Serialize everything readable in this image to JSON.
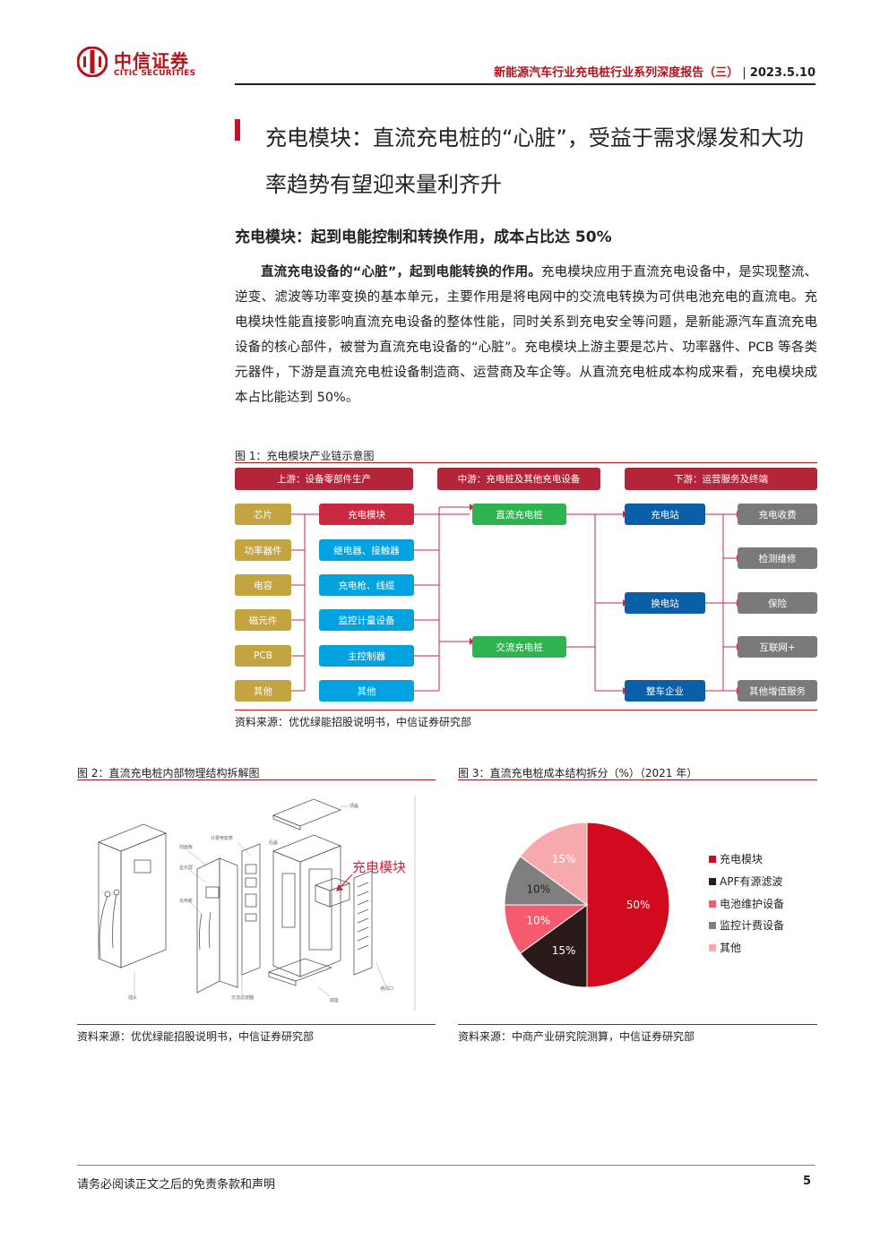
{
  "header": {
    "logo_cn": "中信证券",
    "logo_en": "CITIC SECURITIES",
    "report_title": "新能源汽车行业充电桩行业系列深度报告（三）",
    "date": "2023.5.10"
  },
  "section": {
    "title": "充电模块：直流充电桩的“心脏”，受益于需求爆发和大功率趋势有望迎来量利齐升"
  },
  "subsection": {
    "title": "充电模块：起到电能控制和转换作用，成本占比达 50%"
  },
  "paragraph": {
    "lead": "直流充电设备的“心脏”，起到电能转换的作用。",
    "body": "充电模块应用于直流充电设备中，是实现整流、逆变、滤波等功率变换的基本单元，主要作用是将电网中的交流电转换为可供电池充电的直流电。充电模块性能直接影响直流充电设备的整体性能，同时关系到充电安全等问题，是新能源汽车直流充电设备的核心部件，被誉为直流充电设备的“心脏”。充电模块上游主要是芯片、功率器件、PCB 等各类元器件，下游是直流充电桩设备制造商、运营商及车企等。从直流充电桩成本构成来看，充电模块成本占比能达到 50%。"
  },
  "fig1": {
    "caption": "图 1：充电模块产业链示意图",
    "headers": [
      "上游：设备零部件生产",
      "中游：充电桩及其他充电设备",
      "下游：运营服务及终端"
    ],
    "col1": [
      "芯片",
      "功率器件",
      "电容",
      "磁元件",
      "PCB",
      "其他"
    ],
    "col2": [
      "充电模块",
      "继电器、接触器",
      "充电枪、线缆",
      "监控计量设备",
      "主控制器",
      "其他"
    ],
    "col3": [
      "直流充电桩",
      "交流充电桩"
    ],
    "col4": [
      "充电站",
      "换电站",
      "整车企业"
    ],
    "col5": [
      "充电收费",
      "检测维修",
      "保险",
      "互联网+",
      "其他增值服务"
    ],
    "source": "资料来源：优优绿能招股说明书，中信证券研究部",
    "colors": {
      "header": "#b5253a",
      "gold": "#c4a341",
      "red": "#c9283e",
      "cyan": "#00a3e0",
      "green": "#2db450",
      "blue": "#0b5ea8",
      "gray": "#7a7a7a"
    }
  },
  "fig2": {
    "caption": "图 2：直流充电桩内部物理结构拆解图",
    "highlight_label": "充电模块",
    "labels": [
      "顶盖",
      "前面板",
      "显示屏",
      "计费电能表",
      "充电枪",
      "交流滤波器",
      "后盖",
      "底座",
      "插头",
      "通风口"
    ],
    "source": "资料来源：优优绿能招股说明书，中信证券研究部"
  },
  "fig3": {
    "caption": "图 3：直流充电桩成本结构拆分（%）（2021 年）",
    "source": "资料来源：中商产业研究院测算，中信证券研究部",
    "chart_data": {
      "type": "pie",
      "title": "",
      "categories": [
        "充电模块",
        "APF有源滤波",
        "电池维护设备",
        "监控计费设备",
        "其他"
      ],
      "values": [
        50,
        15,
        10,
        10,
        15
      ],
      "labels": [
        "50%",
        "15%",
        "10%",
        "10%",
        "15%"
      ],
      "colors": [
        "#d10a1e",
        "#2b1a1a",
        "#f45b6e",
        "#7f7f7f",
        "#f7a9ae"
      ],
      "legend": "right"
    }
  },
  "footer": {
    "disclaimer": "请务必阅读正文之后的免责条款和声明",
    "page": "5"
  }
}
